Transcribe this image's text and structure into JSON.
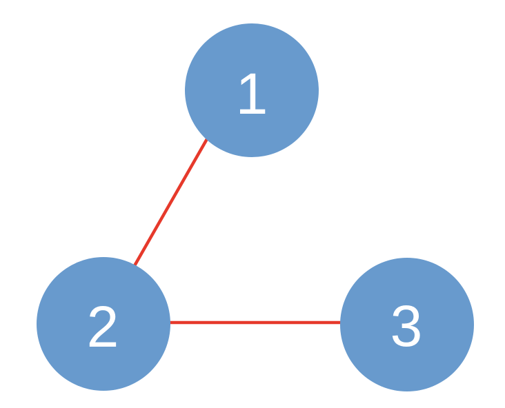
{
  "diagram": {
    "type": "graph",
    "nodes": [
      {
        "id": "1",
        "label": "1"
      },
      {
        "id": "2",
        "label": "2"
      },
      {
        "id": "3",
        "label": "3"
      }
    ],
    "edges": [
      {
        "from": "1",
        "to": "2"
      },
      {
        "from": "2",
        "to": "3"
      }
    ]
  },
  "colors": {
    "node_fill": "#689ACD",
    "edge_stroke": "#E6392B",
    "node_label": "#FFFFFF",
    "background": "#FFFFFF"
  }
}
